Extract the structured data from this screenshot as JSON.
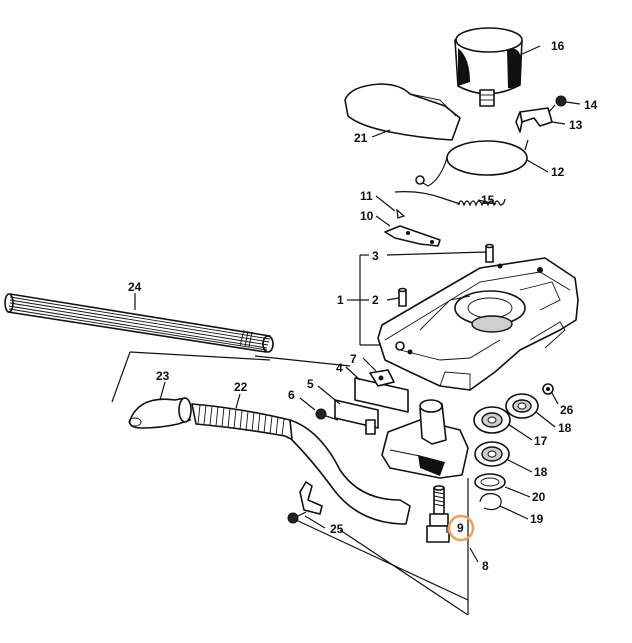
{
  "diagram": {
    "labels": {
      "l1": "1",
      "l2": "2",
      "l3": "3",
      "l4": "4",
      "l5": "5",
      "l6": "6",
      "l7": "7",
      "l8": "8",
      "l9": "9",
      "l10": "10",
      "l11": "11",
      "l12": "12",
      "l13": "13",
      "l14": "14",
      "l15": "15",
      "l16": "16",
      "l17": "17",
      "l18a": "18",
      "l18b": "18",
      "l19": "19",
      "l20": "20",
      "l21": "21",
      "l22": "22",
      "l23": "23",
      "l24": "24",
      "l25": "25",
      "l26": "26"
    },
    "highlight_color": "#f0a050",
    "highlighted_part": "9"
  }
}
